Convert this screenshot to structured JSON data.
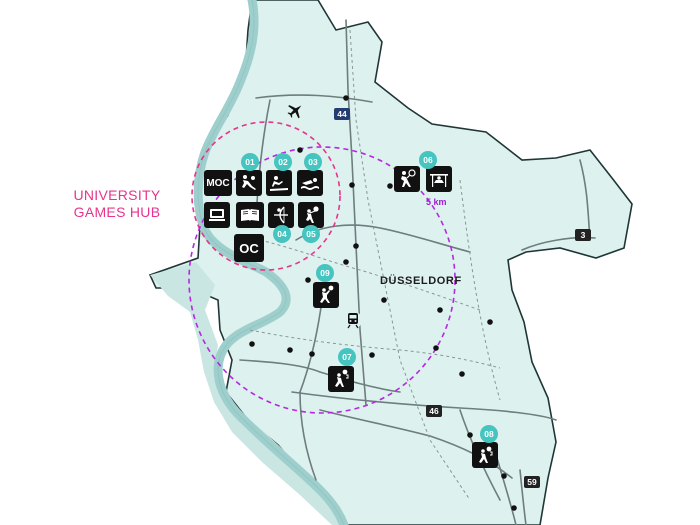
{
  "hub_label": [
    "UNIVERSITY",
    "GAMES HUB"
  ],
  "city_label": "DÜSSELDORF",
  "distance_label": "5 km",
  "colors": {
    "land": "#ddf1ef",
    "river": "#9ecfcd",
    "border": "#1f3636",
    "road": "#6e7d7d",
    "hub_ring": "#e8348c",
    "range_ring": "#b429e0",
    "badge": "#45c4c0",
    "tile": "#111111"
  },
  "venue_badges": [
    "01",
    "02",
    "03",
    "04",
    "05",
    "06",
    "07",
    "08",
    "09"
  ],
  "tiles": [
    {
      "kind": "text",
      "text": "MOC",
      "icon": "main-operations-centre"
    },
    {
      "kind": "icon",
      "icon": "judo-icon"
    },
    {
      "kind": "icon",
      "icon": "rowing-icon"
    },
    {
      "kind": "icon",
      "icon": "swimming-icon"
    },
    {
      "kind": "icon",
      "icon": "computer-icon"
    },
    {
      "kind": "icon",
      "icon": "book-icon"
    },
    {
      "kind": "icon",
      "icon": "archery-icon"
    },
    {
      "kind": "icon",
      "icon": "volleyball-icon"
    },
    {
      "kind": "text",
      "text": "OC",
      "icon": "olympic-centre"
    },
    {
      "kind": "icon",
      "icon": "tennis-icon"
    },
    {
      "kind": "icon",
      "icon": "gymnastics-icon"
    },
    {
      "kind": "icon",
      "icon": "basketball-icon"
    },
    {
      "kind": "icon",
      "icon": "basketball-icon"
    },
    {
      "kind": "icon",
      "icon": "volleyball-icon"
    }
  ],
  "road_shields": [
    {
      "label": "44",
      "icon": "autobahn-shield"
    },
    {
      "label": "3",
      "icon": "autobahn-shield"
    },
    {
      "label": "46",
      "icon": "autobahn-shield"
    },
    {
      "label": "59",
      "icon": "autobahn-shield"
    }
  ],
  "map_icons": [
    "airplane-icon",
    "train-icon"
  ]
}
